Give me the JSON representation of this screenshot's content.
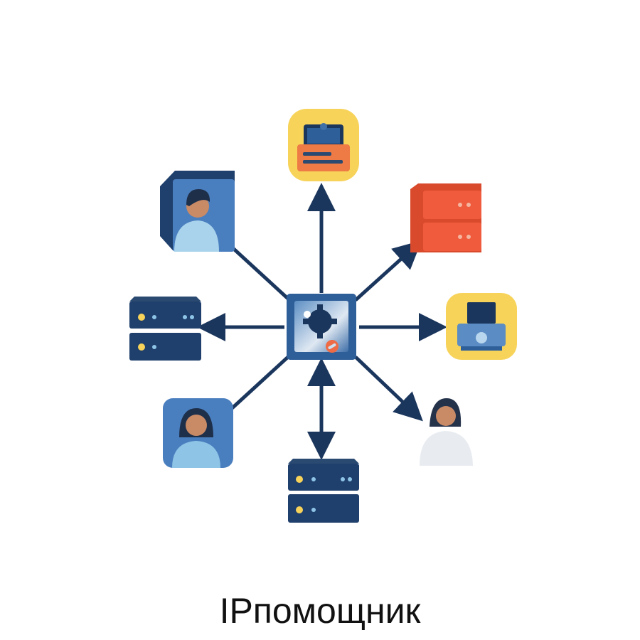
{
  "title": "IPпомощник",
  "colors": {
    "navy": "#1b365d",
    "blue": "#3f6fa8",
    "light_blue": "#8ec5e6",
    "yellow": "#f7d35a",
    "orange": "#ee6b45",
    "skin": "#c98a66"
  },
  "nodes": [
    {
      "id": "center",
      "icon": "hub-gear-icon"
    },
    {
      "id": "top",
      "icon": "laptop-card-icon"
    },
    {
      "id": "top-right",
      "icon": "server-icon"
    },
    {
      "id": "right",
      "icon": "printer-icon"
    },
    {
      "id": "bottom-right",
      "icon": "person-icon"
    },
    {
      "id": "bottom",
      "icon": "server-icon"
    },
    {
      "id": "bottom-left",
      "icon": "person-icon"
    },
    {
      "id": "left",
      "icon": "server-icon"
    },
    {
      "id": "top-left",
      "icon": "person-icon"
    }
  ]
}
